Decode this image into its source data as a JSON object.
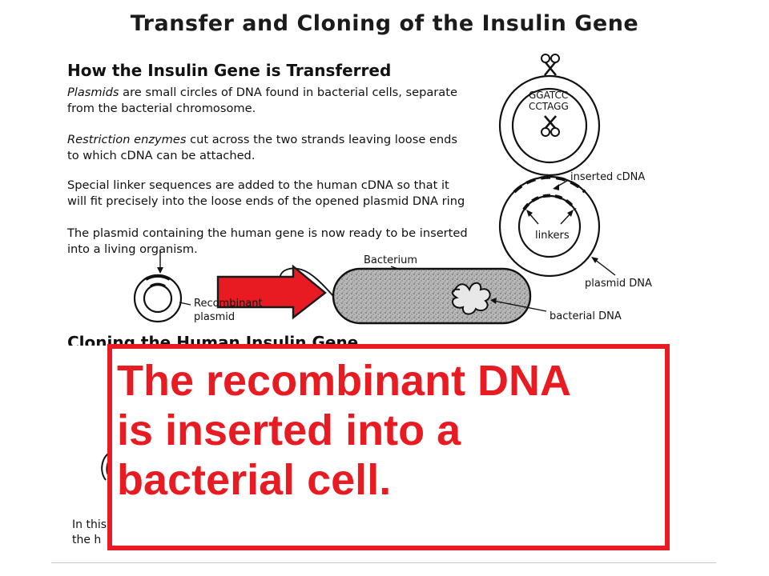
{
  "title": "Transfer and Cloning of the Insulin Gene",
  "section1": {
    "heading": "How the Insulin Gene is Transferred",
    "paragraphs": [
      {
        "em": "Plasmids",
        "rest": " are small circles of DNA found in bacterial cells, separate",
        "line2": "from the bacterial chromosome."
      },
      {
        "em": "Restriction enzymes",
        "rest": " cut across the two strands leaving loose ends",
        "line2": "to which cDNA can be attached."
      },
      {
        "em": "",
        "rest": "Special linker sequences are added to the human cDNA so that it",
        "line2": "will fit precisely into the loose ends of the opened plasmid DNA ring"
      },
      {
        "em": "",
        "rest": "The plasmid containing the human gene is now ready to be inserted",
        "line2": "into a living organism."
      }
    ]
  },
  "diagram": {
    "seq_top": "GGATCC",
    "seq_bottom": "CCTAGG",
    "inserted_cdna": "inserted cDNA",
    "linkers": "linkers",
    "plasmid_dna": "plasmid DNA",
    "bacterium": "Bacterium",
    "bacterial_dna": "bacterial DNA",
    "recombinant_line1": "Recombinant",
    "recombinant_line2": "plasmid"
  },
  "section2": {
    "heading": "Cloning the Human Insulin Gene",
    "cut_line1": "In this",
    "cut_line2": "the h"
  },
  "callout": {
    "line1": "The recombinant DNA",
    "line2": "is inserted into a",
    "line3": "bacterial cell."
  },
  "colors": {
    "accent_red": "#e81b23",
    "arrow_red": "#e81b23",
    "arrow_outline": "#1a1a1a"
  }
}
